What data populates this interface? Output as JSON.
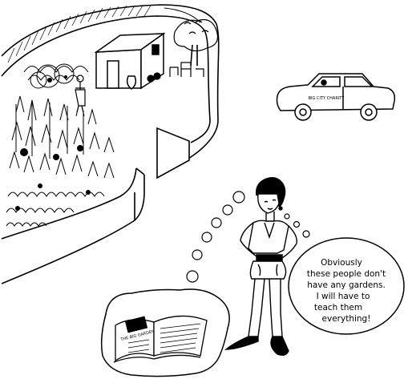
{
  "car_door_text": "BIG CITY CHARITY",
  "speech_bubble": {
    "lines": [
      "Obviously",
      "these people don't",
      "have any gardens.",
      "I will have to",
      "teach them",
      "everything!"
    ]
  },
  "book_cover_text": "THE BIG GARDEN",
  "colors": {
    "ink": "#000000",
    "paper": "#ffffff"
  }
}
